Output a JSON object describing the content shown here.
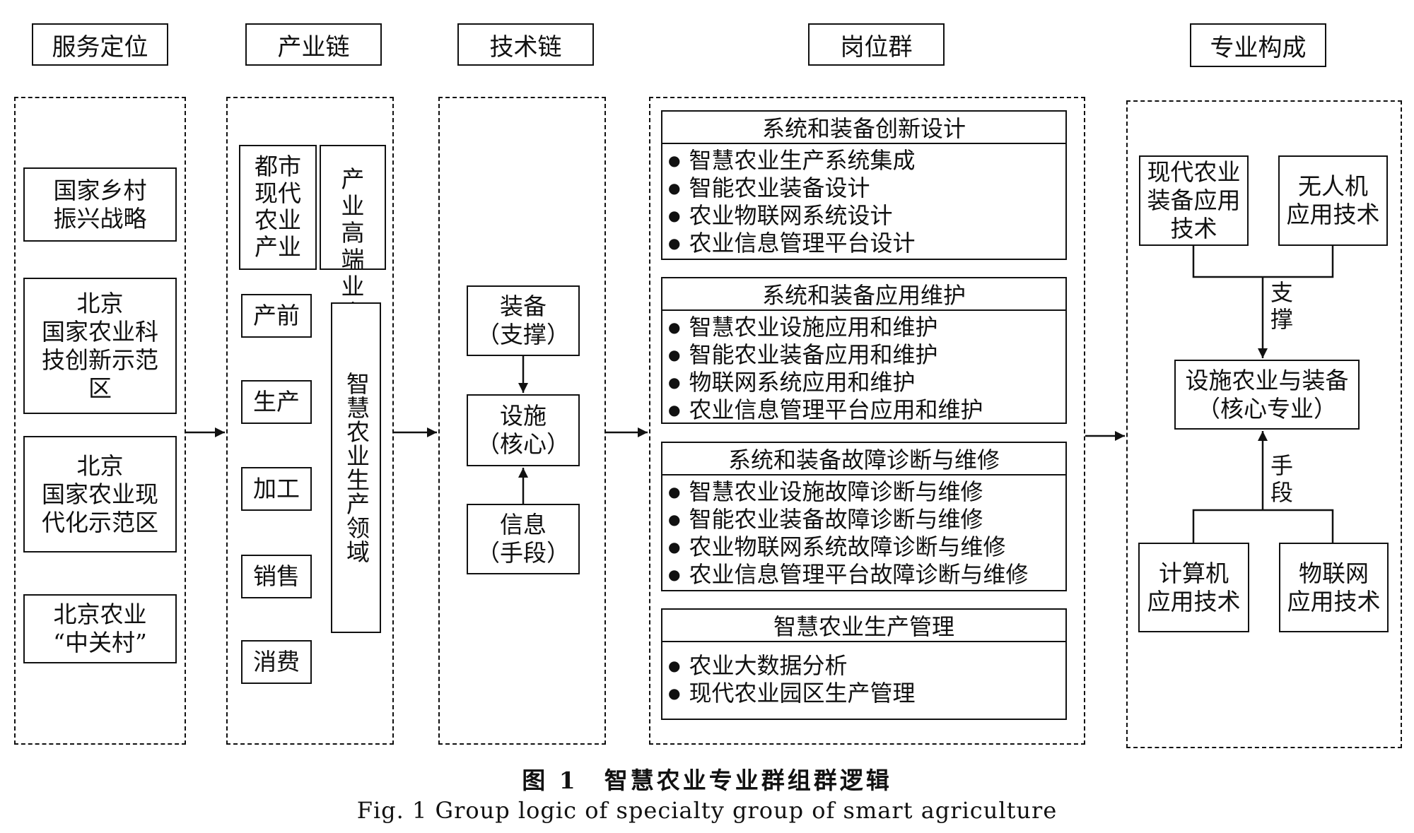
{
  "headers": {
    "service": "服务定位",
    "industry": "产业链",
    "tech": "技术链",
    "jobs": "岗位群",
    "majors": "专业构成"
  },
  "service": {
    "items": [
      "国家乡村\n振兴战略",
      "北京\n国家农业科\n技创新示范\n区",
      "北京\n国家农业现\n代化示范区",
      "北京农业\n“中关村”"
    ]
  },
  "industry": {
    "urban": "都市现代农业产业",
    "highend": "产业高端业态",
    "stages": [
      "产前",
      "生产",
      "加工",
      "销售",
      "消费"
    ],
    "domain": "智慧农业生产领域"
  },
  "tech": {
    "equipment": "装备\n（支撑）",
    "facility": "设施\n（核心）",
    "info": "信息\n（手段）"
  },
  "jobs": [
    {
      "title": "系统和装备创新设计",
      "items": [
        "智慧农业生产系统集成",
        "智能农业装备设计",
        "农业物联网系统设计",
        "农业信息管理平台设计"
      ]
    },
    {
      "title": "系统和装备应用维护",
      "items": [
        "智慧农业设施应用和维护",
        "智能农业装备应用和维护",
        "物联网系统应用和维护",
        "农业信息管理平台应用和维护"
      ]
    },
    {
      "title": "系统和装备故障诊断与维修",
      "items": [
        "智慧农业设施故障诊断与维修",
        "智能农业装备故障诊断与维修",
        "农业物联网系统故障诊断与维修",
        "农业信息管理平台故障诊断与维修"
      ]
    },
    {
      "title": "智慧农业生产管理",
      "items": [
        "农业大数据分析",
        "现代农业园区生产管理"
      ]
    }
  ],
  "majors": {
    "modern_equip": "现代农业\n装备应用\n技术",
    "uav": "无人机\n应用技术",
    "support_label": "支\n撑",
    "core": "设施农业与装备\n（核心专业）",
    "means_label": "手\n段",
    "computer": "计算机\n应用技术",
    "iot": "物联网\n应用技术"
  },
  "caption": {
    "cn": "图 1　智慧农业专业群组群逻辑",
    "en": "Fig. 1   Group logic of specialty group of smart agriculture"
  }
}
